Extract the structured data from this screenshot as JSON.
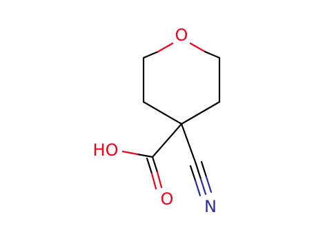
{
  "molecule": {
    "atoms": {
      "ring_oxygen": "O",
      "hydroxyl": "HO",
      "carbonyl_oxygen": "O",
      "nitrile_nitrogen": "N"
    },
    "colors": {
      "bond": "#000000",
      "oxygen": "#e8001c",
      "nitrogen": "#2d2d9e"
    }
  }
}
